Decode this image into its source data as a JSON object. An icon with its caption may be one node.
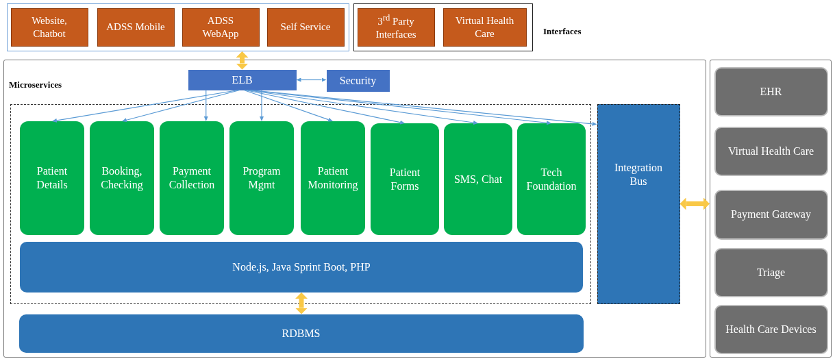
{
  "diagram": {
    "nodes": [
      {
        "text": [],
        "shape": "box"
      },
      {
        "text": [
          "Website, Chatbot"
        ],
        "in": 0
      },
      {
        "text": [
          "ADSS Mobile"
        ],
        "in": 0
      },
      {
        "text": [
          "ADSS WebApp"
        ],
        "in": 0
      },
      {
        "text": [
          "Self Service"
        ],
        "in": 0
      },
      {
        "text": [],
        "shape": "box"
      },
      {
        "text": [
          "3$^{rd}$ Party Interfaces"
        ],
        "in": 5
      },
      {
        "text": [
          "Virtual Health Care"
        ],
        "in": 5
      },
      {
        "text": [
          "Microservices"
        ]
      },
      {
        "text": [
          "ELB"
        ],
        "in": 8
      },
      {
        "text": [
          "Security"
        ],
        "in": 8
      },
      {
        "text": [],
        "shape": "box",
        "in": 8
      },
      {
        "text": [
          "Patient Details"
        ],
        "in": 11
      },
      {
        "text": [
          "Booking, Checking"
        ],
        "in": 11
      },
      {
        "text": [
          "Payment Collection"
        ],
        "in": 11
      },
      {
        "text": [
          "Program Mgmt"
        ],
        "in": 11
      },
      {
        "text": [
          "Patient Monitoring"
        ],
        "in": 11
      },
      {
        "text": [
          "Patient Forms"
        ],
        "in": 11
      },
      {
        "text": [
          "SMS, Chat"
        ],
        "in": 11
      },
      {
        "text": [
          "Tech Foundation"
        ],
        "in": 11
      },
      {
        "text": [
          "Node.js, Java Sprint Boot, PHP"
        ],
        "in": 11
      },
      {
        "text": [
          "Integration Bus"
        ],
        "in": 8
      },
      {
        "text": [
          "RDBMS"
        ],
        "in": 8
      },
      {
        "text": [],
        "shape": "box"
      },
      {
        "text": [
          "EHR"
        ],
        "in": 23
      },
      {
        "text": [
          "Virtual Health Care"
        ],
        "in": 23
      },
      {
        "text": [
          "Payment Gateway"
        ],
        "in": 23
      },
      {
        "text": [
          "Triage"
        ],
        "in": 23
      },
      {
        "text": [
          "Health Care Devices"
        ],
        "in": 23
      }
    ],
    "edges": [
      {
        "from": 0,
        "to": 9,
        "arrow": "both",
        "style": "thick",
        "color": "#f9c846"
      },
      {
        "from": 9,
        "to": 10,
        "arrow": "both"
      },
      {
        "from": 9,
        "to": 12,
        "arrow": "to"
      },
      {
        "from": 9,
        "to": 13,
        "arrow": "to"
      },
      {
        "from": 9,
        "to": 14,
        "arrow": "to"
      },
      {
        "from": 9,
        "to": 15,
        "arrow": "to"
      },
      {
        "from": 9,
        "to": 16,
        "arrow": "to"
      },
      {
        "from": 9,
        "to": 17,
        "arrow": "to"
      },
      {
        "from": 9,
        "to": 18,
        "arrow": "to"
      },
      {
        "from": 9,
        "to": 19,
        "arrow": "to"
      },
      {
        "from": 9,
        "to": 21,
        "arrow": "to"
      },
      {
        "from": 20,
        "to": 22,
        "arrow": "both",
        "style": "thick",
        "color": "#f9c846"
      },
      {
        "from": 21,
        "to": 23,
        "arrow": "both",
        "style": "thick",
        "color": "#f9c846"
      }
    ],
    "labels": [
      "Interfaces"
    ]
  }
}
